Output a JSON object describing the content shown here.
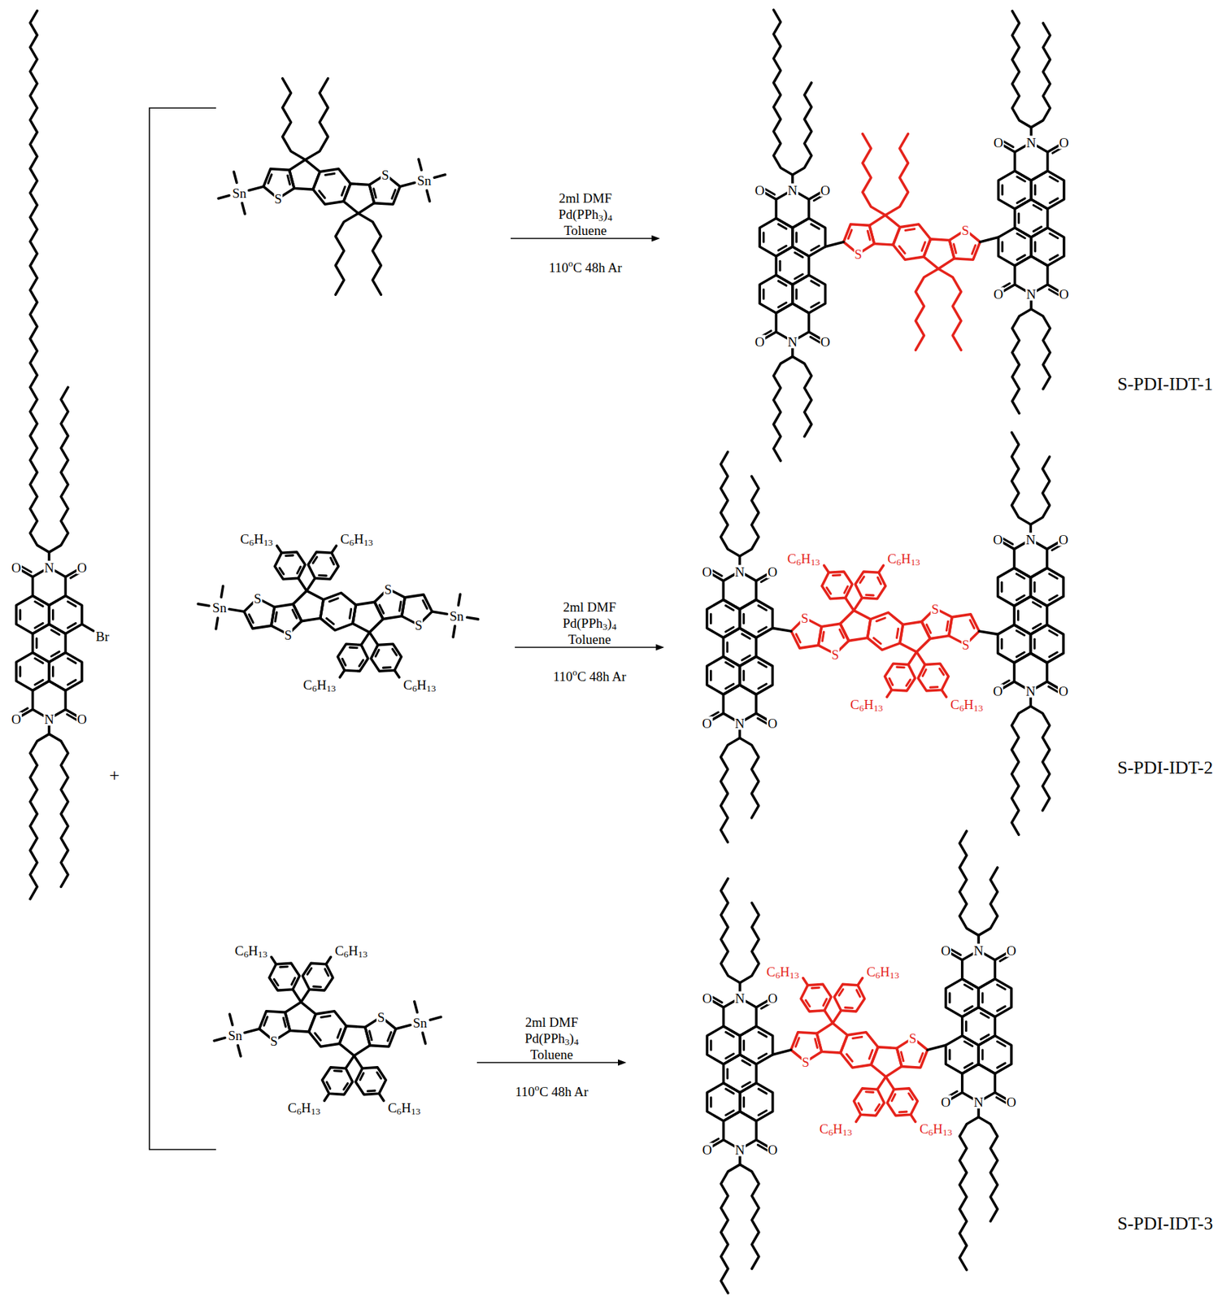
{
  "diagram": {
    "labels": [
      "O",
      "N",
      "O",
      "Br",
      "O",
      "N",
      "O",
      "+",
      "Sn",
      "S",
      "S",
      "Sn",
      "2ml DMF",
      "Pd(PPh3)4",
      "Toluene",
      "110oC 48h Ar",
      "O",
      "N",
      "O",
      "O",
      "N",
      "O",
      "S",
      "S",
      "O",
      "N",
      "O",
      "O",
      "N",
      "O",
      "S-PDI-IDT-1",
      "C6H13",
      "C6H13",
      "Sn",
      "S",
      "S",
      "S",
      "S",
      "Sn",
      "C6H13",
      "C6H13",
      "2ml DMF",
      "Pd(PPh3)4",
      "Toluene",
      "110oC 48h Ar",
      "O",
      "N",
      "O",
      "O",
      "N",
      "O",
      "C6H13",
      "C6H13",
      "S",
      "S",
      "S",
      "S",
      "C6H13",
      "C6H13",
      "O",
      "N",
      "O",
      "O",
      "N",
      "O",
      "S-PDI-IDT-2",
      "C6H13",
      "C6H13",
      "Sn",
      "S",
      "S",
      "Sn",
      "C6H13",
      "C6H13",
      "2ml DMF",
      "Pd(PPh3)4",
      "Toluene",
      "110oC 48h Ar",
      "O",
      "N",
      "O",
      "O",
      "N",
      "O",
      "C6H13",
      "C6H13",
      "S",
      "S",
      "C6H13",
      "C6H13",
      "O",
      "N",
      "O",
      "O",
      "N",
      "O",
      "S-PDI-IDT-3"
    ]
  }
}
